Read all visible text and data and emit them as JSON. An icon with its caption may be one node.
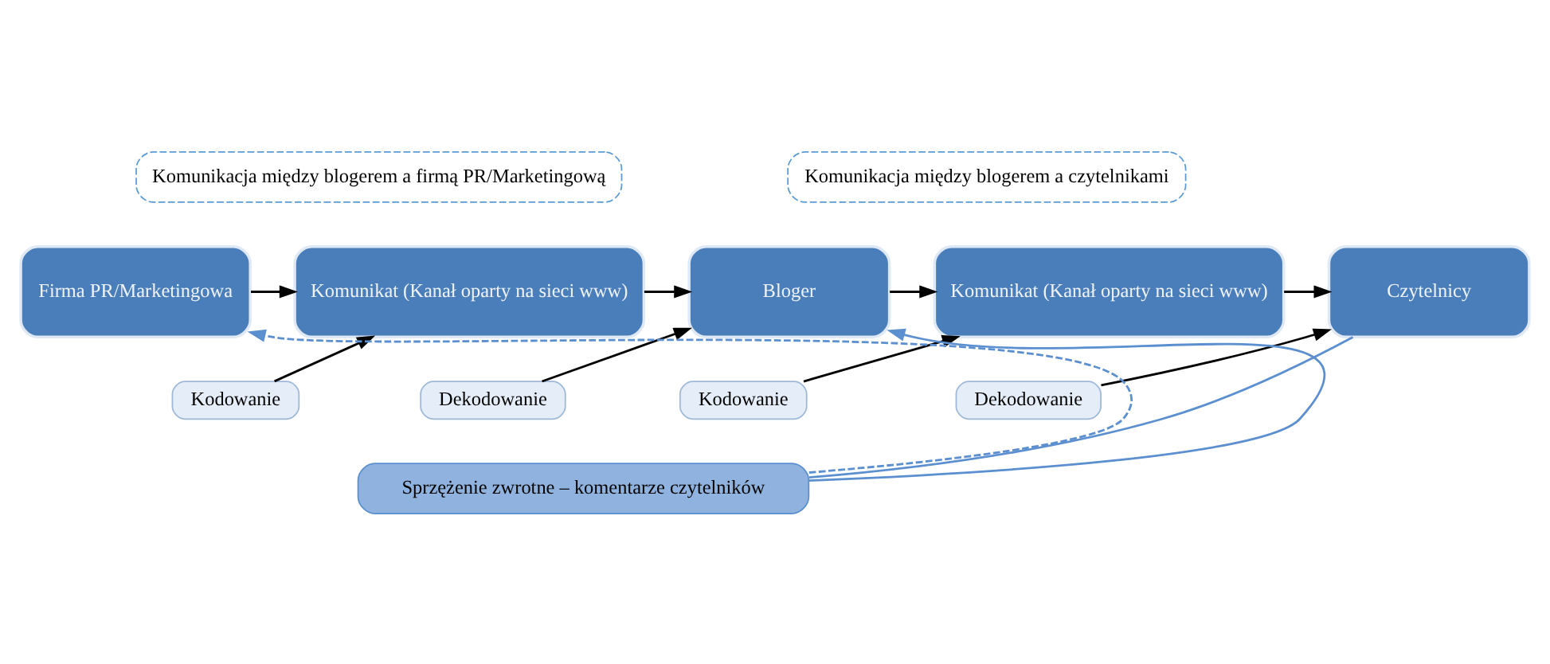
{
  "diagram": {
    "nodes": [
      {
        "text": [
          "Komunikacja między blogerem a firmą PR/Marketingową"
        ]
      },
      {
        "text": [
          "Komunikacja między blogerem a czytelnikami"
        ]
      },
      {
        "text": [
          "Firma PR/Marketingowa"
        ]
      },
      {
        "text": [
          "Komunikat (Kanał oparty na sieci www)"
        ]
      },
      {
        "text": [
          "Bloger"
        ]
      },
      {
        "text": [
          "Komunikat (Kanał oparty na sieci www)"
        ]
      },
      {
        "text": [
          "Czytelnicy"
        ]
      },
      {
        "text": [
          "Kodowanie"
        ]
      },
      {
        "text": [
          "Dekodowanie"
        ]
      },
      {
        "text": [
          "Kodowanie"
        ]
      },
      {
        "text": [
          "Dekodowanie"
        ]
      },
      {
        "text": [
          "Sprzężenie zwrotne – komentarze czytelników"
        ]
      }
    ],
    "edges": [
      {
        "from": 2,
        "to": 3,
        "arrow": "to"
      },
      {
        "from": 3,
        "to": 4,
        "arrow": "to"
      },
      {
        "from": 4,
        "to": 5,
        "arrow": "to"
      },
      {
        "from": 5,
        "to": 6,
        "arrow": "to"
      },
      {
        "from": 7,
        "to": 3,
        "arrow": "to"
      },
      {
        "from": 8,
        "to": 4,
        "arrow": "to"
      },
      {
        "from": 9,
        "to": 5,
        "arrow": "to"
      },
      {
        "from": 10,
        "to": 6,
        "arrow": "to"
      },
      {
        "from": 11,
        "to": 2,
        "arrow": "to",
        "style": "dashed",
        "color": "#5b8fd0"
      },
      {
        "from": 11,
        "to": 4,
        "arrow": "to",
        "color": "#5b8fd0"
      },
      {
        "from": 6,
        "to": 11,
        "arrow": "none",
        "color": "#5b8fd0"
      }
    ]
  }
}
